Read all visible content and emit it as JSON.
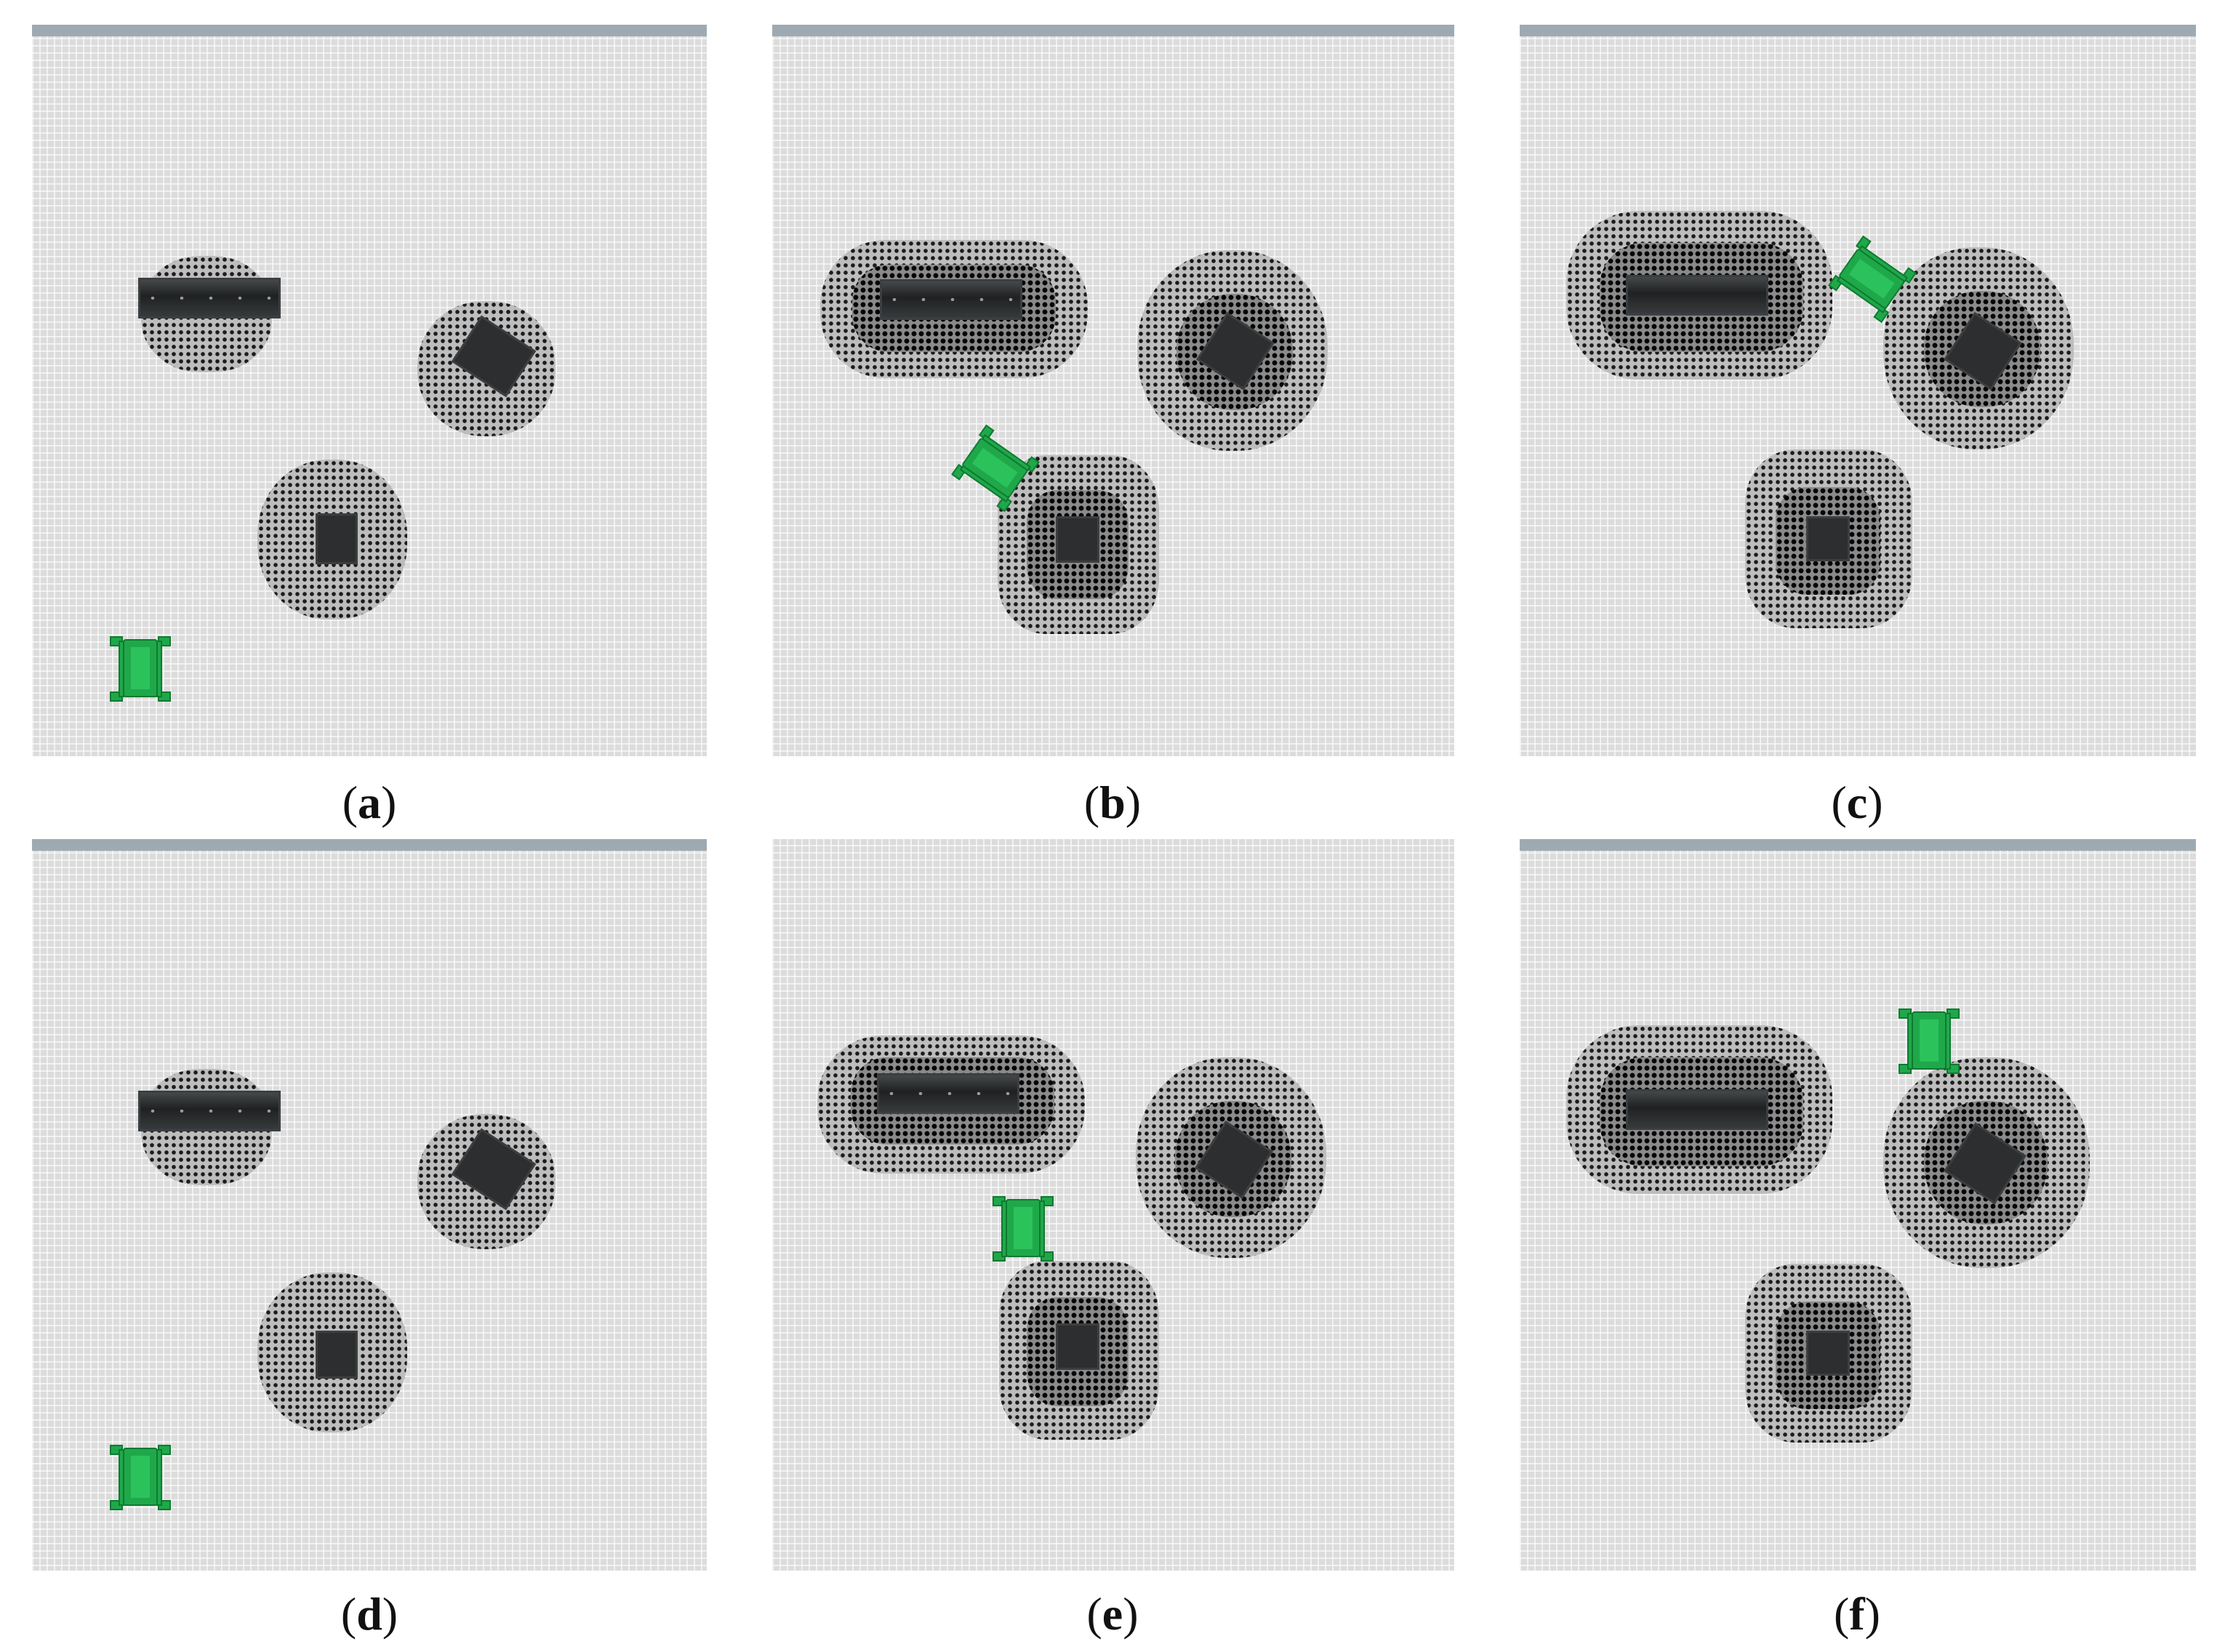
{
  "figure": {
    "panels": [
      {
        "id": "a",
        "label_open": "(",
        "letter": "a",
        "label_close": ")"
      },
      {
        "id": "b",
        "label_open": "(",
        "letter": "b",
        "label_close": ")"
      },
      {
        "id": "c",
        "label_open": "(",
        "letter": "c",
        "label_close": ")"
      },
      {
        "id": "d",
        "label_open": "(",
        "letter": "d",
        "label_close": ")"
      },
      {
        "id": "e",
        "label_open": "(",
        "letter": "e",
        "label_close": ")"
      },
      {
        "id": "f",
        "label_open": "(",
        "letter": "f",
        "label_close": ")"
      }
    ],
    "colors": {
      "floor": "#dcdcdc",
      "header_strip": "#9eaab2",
      "obstacle": "#2c2e2f",
      "robot": "#1fa84a"
    },
    "icons": [
      "robot-icon",
      "obstacle-icon"
    ]
  }
}
